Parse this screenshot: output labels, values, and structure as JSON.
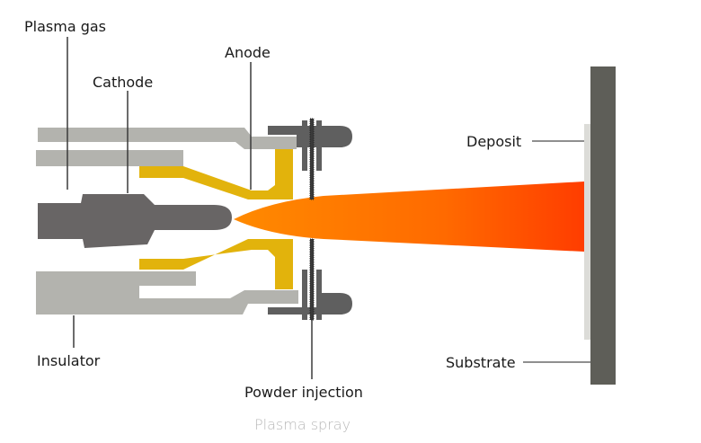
{
  "diagram": {
    "title": "Plasma spray",
    "labels": {
      "plasma_gas": "Plasma gas",
      "cathode": "Cathode",
      "anode": "Anode",
      "insulator": "Insulator",
      "powder_injection": "Powder injection",
      "deposit": "Deposit",
      "substrate": "Substrate"
    },
    "colors": {
      "insulator": "#b3b3ae",
      "cathode": "#686565",
      "anode": "#e2b30c",
      "injector": "#5f5f5f",
      "plume_start": "#ff8a00",
      "plume_end": "#ff3d00",
      "deposit": "#dcdcd8",
      "substrate": "#5e5e58"
    }
  }
}
